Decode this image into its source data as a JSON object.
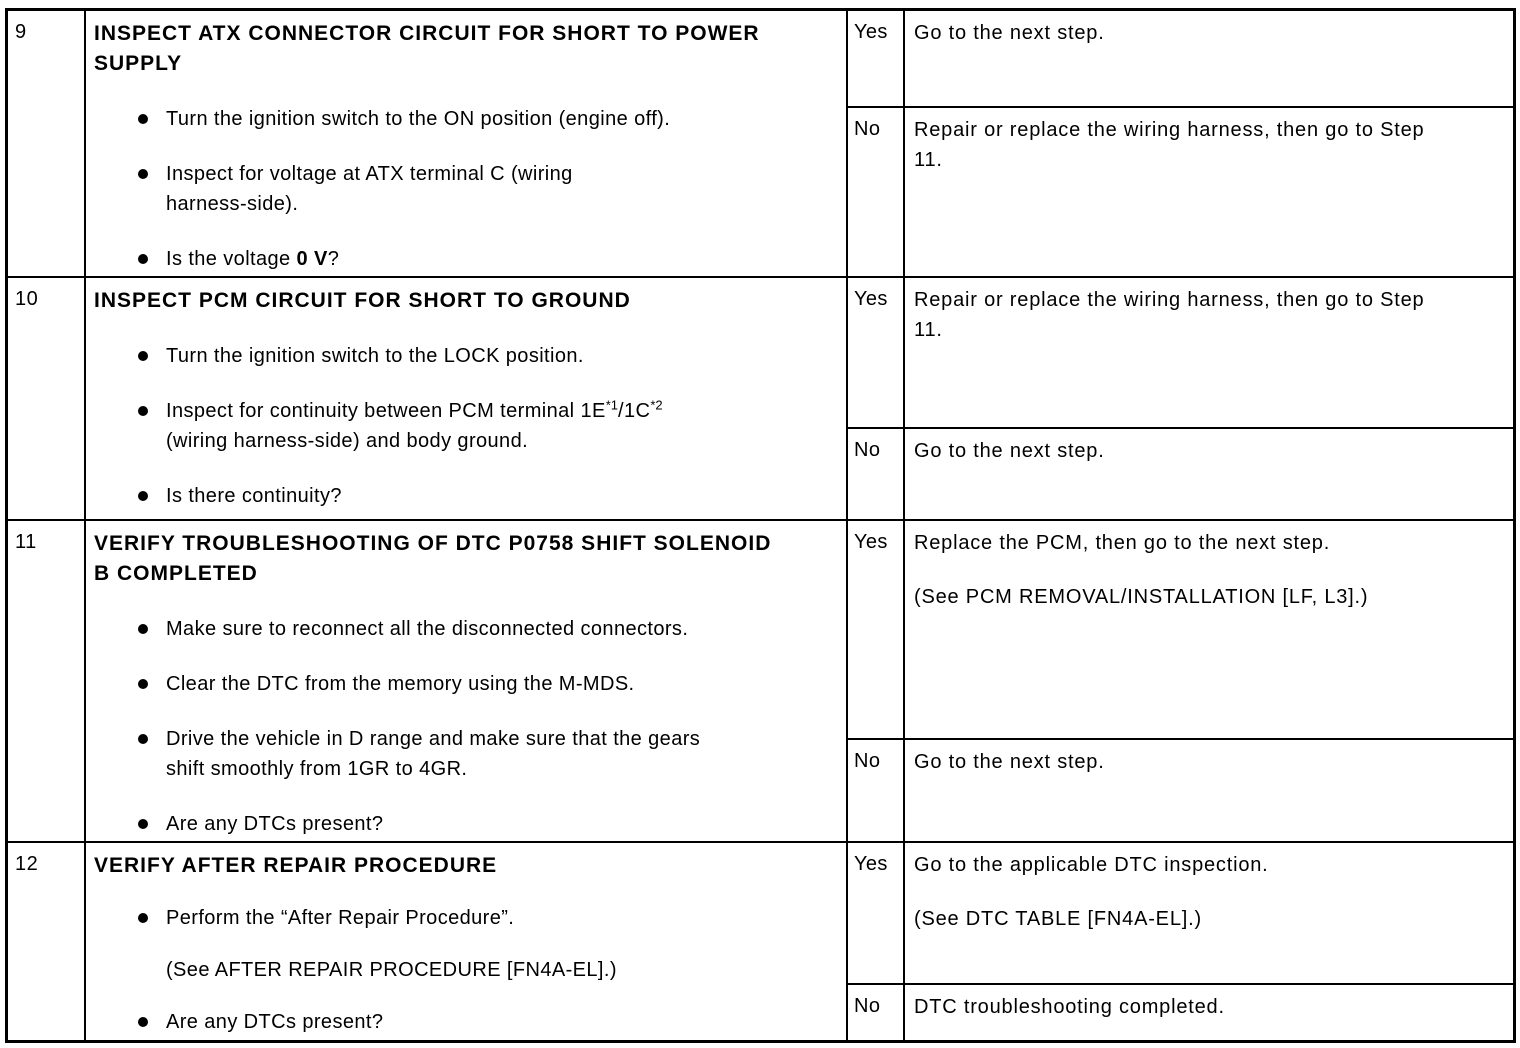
{
  "colors": {
    "background": "#ffffff",
    "text": "#000000",
    "border": "#000000"
  },
  "rows": [
    {
      "step": "9",
      "title": "INSPECT ATX CONNECTOR CIRCUIT FOR SHORT TO POWER\nSUPPLY",
      "b1": "Turn the ignition switch to the ON position (engine off).",
      "b2": "Inspect for voltage at ATX terminal C (wiring\nharness-side).",
      "b3_pre": "Is the voltage ",
      "b3_bold": "0 V",
      "b3_post": "?",
      "yes_label": "Yes",
      "yes_text": "Go to the next step.",
      "no_label": "No",
      "no_text": "Repair or replace the wiring harness, then go to Step\n11."
    },
    {
      "step": "10",
      "title": "INSPECT PCM CIRCUIT FOR SHORT TO GROUND",
      "b1": "Turn the ignition switch to the LOCK position.",
      "b2_seg1": "Inspect for continuity between PCM terminal 1E",
      "b2_sup1": "*1",
      "b2_seg2": "/1C",
      "b2_sup2": "*2",
      "b2_seg3": "\n(wiring harness-side) and body ground.",
      "b3": "Is there continuity?",
      "yes_label": "Yes",
      "yes_text": "Repair or replace the wiring harness, then go to Step\n11.",
      "no_label": "No",
      "no_text": "Go to the next step."
    },
    {
      "step": "11",
      "title": "VERIFY TROUBLESHOOTING OF DTC P0758 SHIFT SOLENOID\nB COMPLETED",
      "b1": "Make sure to reconnect all the disconnected connectors.",
      "b2": "Clear the DTC from the memory using the M-MDS.",
      "b3": "Drive the vehicle in D range and make sure that the gears\nshift smoothly from 1GR to 4GR.",
      "b4": "Are any DTCs present?",
      "yes_label": "Yes",
      "yes_text": "Replace the PCM, then go to the next step.",
      "yes_note": "(See PCM REMOVAL/INSTALLATION [LF, L3].)",
      "no_label": "No",
      "no_text": "Go to the next step."
    },
    {
      "step": "12",
      "title": "VERIFY AFTER REPAIR PROCEDURE",
      "b1": "Perform the “After Repair Procedure”.",
      "b1_note": "(See AFTER REPAIR PROCEDURE [FN4A-EL].)",
      "b2": "Are any DTCs present?",
      "yes_label": "Yes",
      "yes_text": "Go to the applicable DTC inspection.",
      "yes_note": "(See DTC TABLE [FN4A-EL].)",
      "no_label": "No",
      "no_text": "DTC troubleshooting completed."
    }
  ]
}
